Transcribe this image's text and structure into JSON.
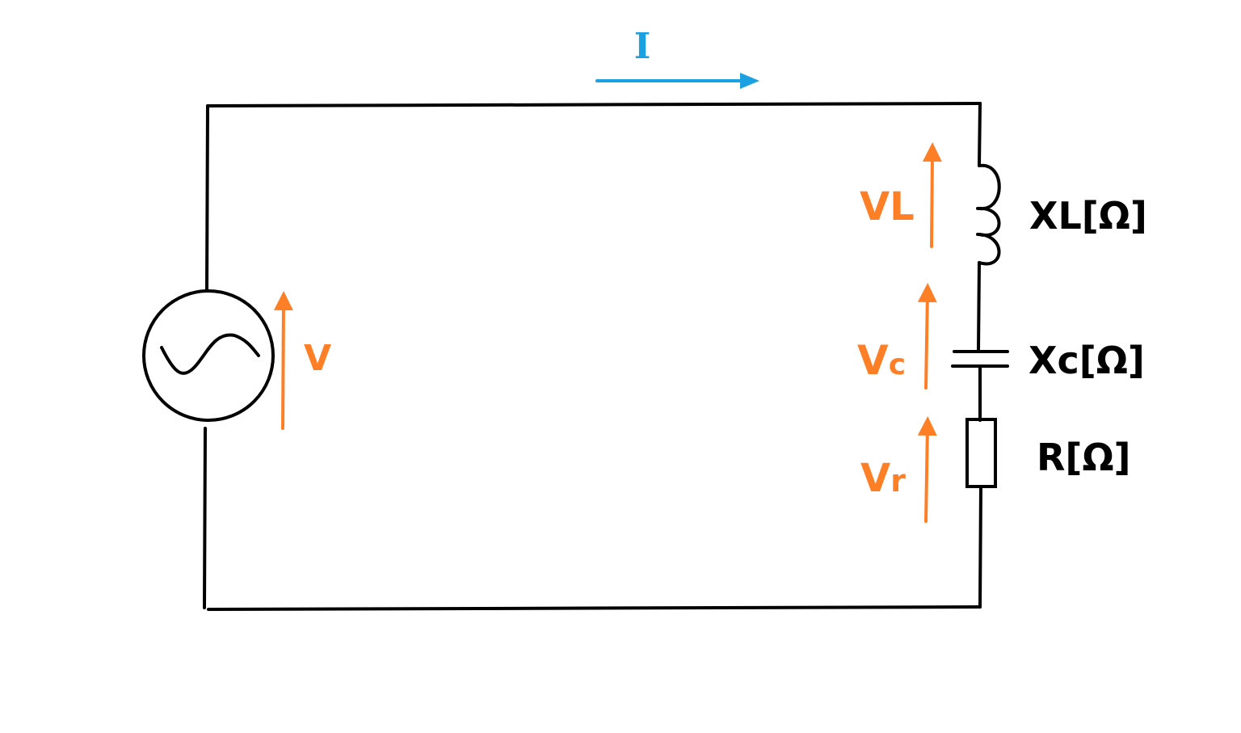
{
  "colors": {
    "wire": "#000000",
    "voltage": "#FF7F27",
    "current": "#1BA1E2"
  },
  "current": {
    "label": "I"
  },
  "source": {
    "label": "V",
    "icon": "ac-source-icon"
  },
  "inductor": {
    "voltage_main": "V",
    "voltage_sub": "L",
    "reactance": "XL[Ω]"
  },
  "capacitor": {
    "voltage_main": "V",
    "voltage_sub": "c",
    "reactance": "Xc[Ω]"
  },
  "resistor": {
    "voltage_main": "V",
    "voltage_sub": "r",
    "resistance": "R[Ω]"
  }
}
